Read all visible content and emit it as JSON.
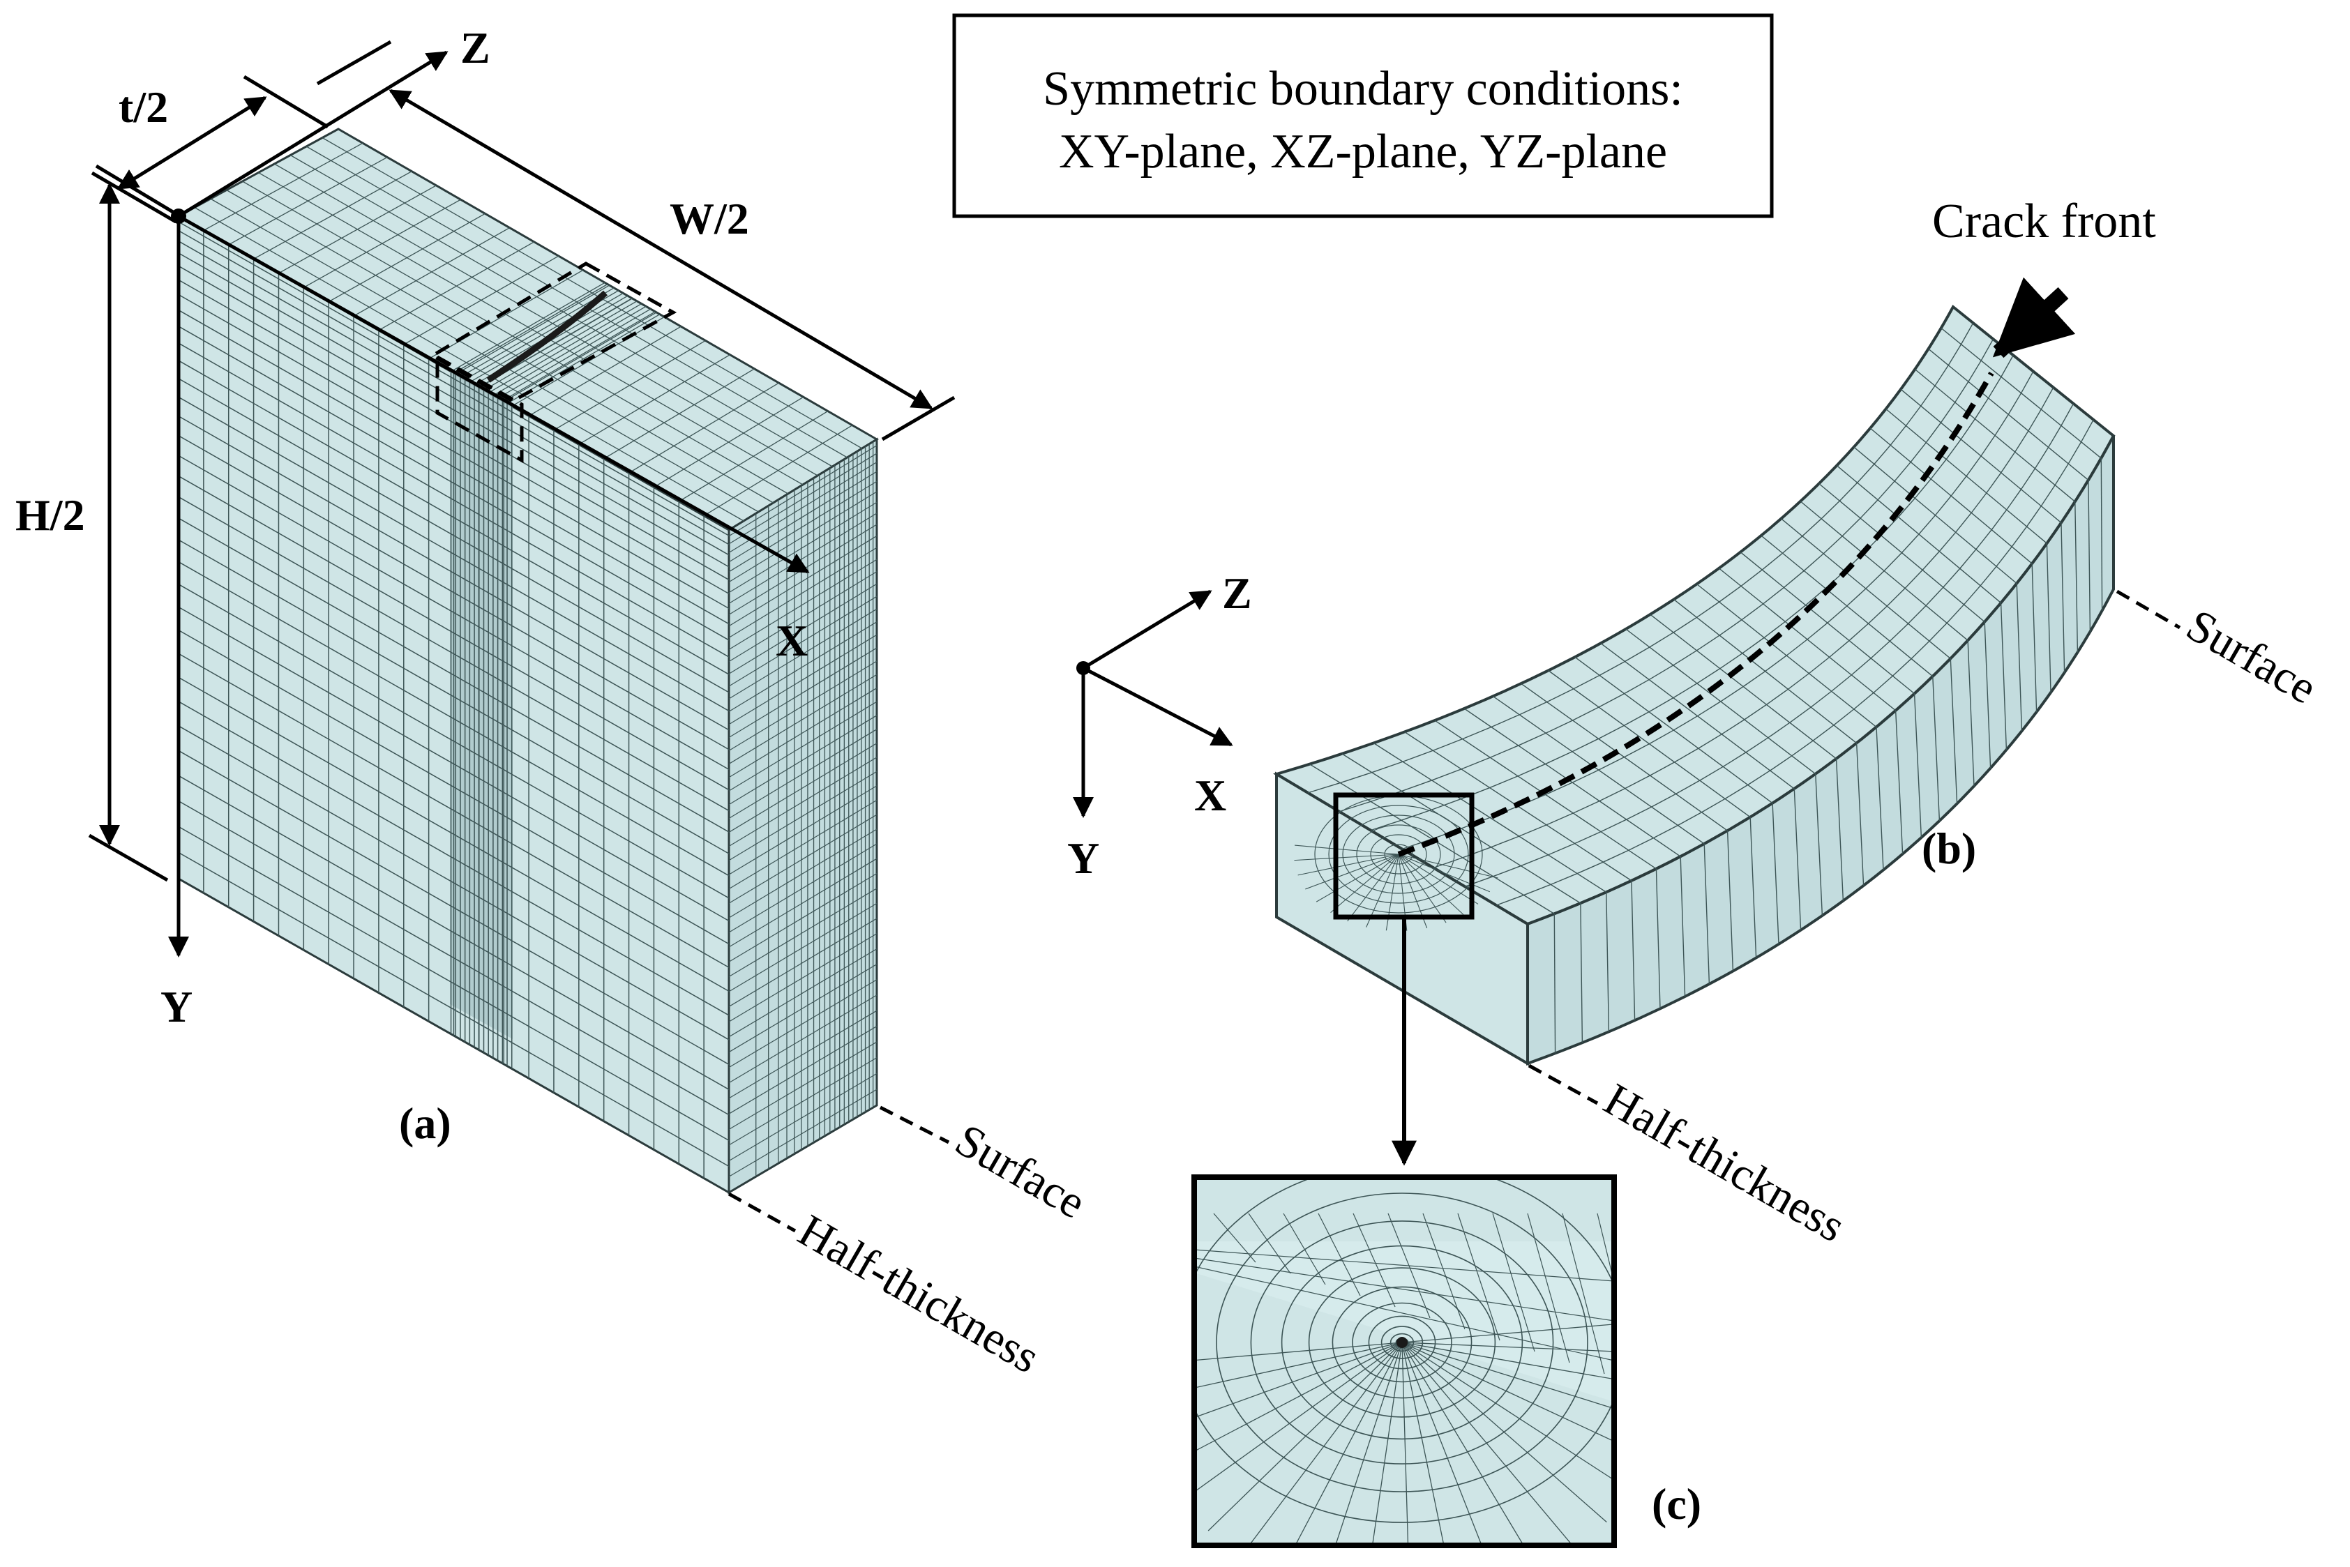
{
  "boundary_box": {
    "line1": "Symmetric boundary conditions:",
    "line2": "XY-plane, XZ-plane, YZ-plane"
  },
  "dimensions": {
    "t": "t/2",
    "w": "W/2",
    "h": "H/2"
  },
  "axes_a": {
    "z": "Z",
    "x": "X",
    "y": "Y"
  },
  "axes_b": {
    "z": "Z",
    "x": "X",
    "y": "Y"
  },
  "panel_labels": {
    "a": "(a)",
    "b": "(b)",
    "c": "(c)"
  },
  "annotations": {
    "surface": "Surface",
    "half_thickness": "Half-thickness",
    "crack_front": "Crack front"
  },
  "colors": {
    "mesh_fill": "#cfe5e6",
    "mesh_fill_dark": "#b6d2d4",
    "mesh_line": "#3d5556",
    "ink": "#000000"
  }
}
